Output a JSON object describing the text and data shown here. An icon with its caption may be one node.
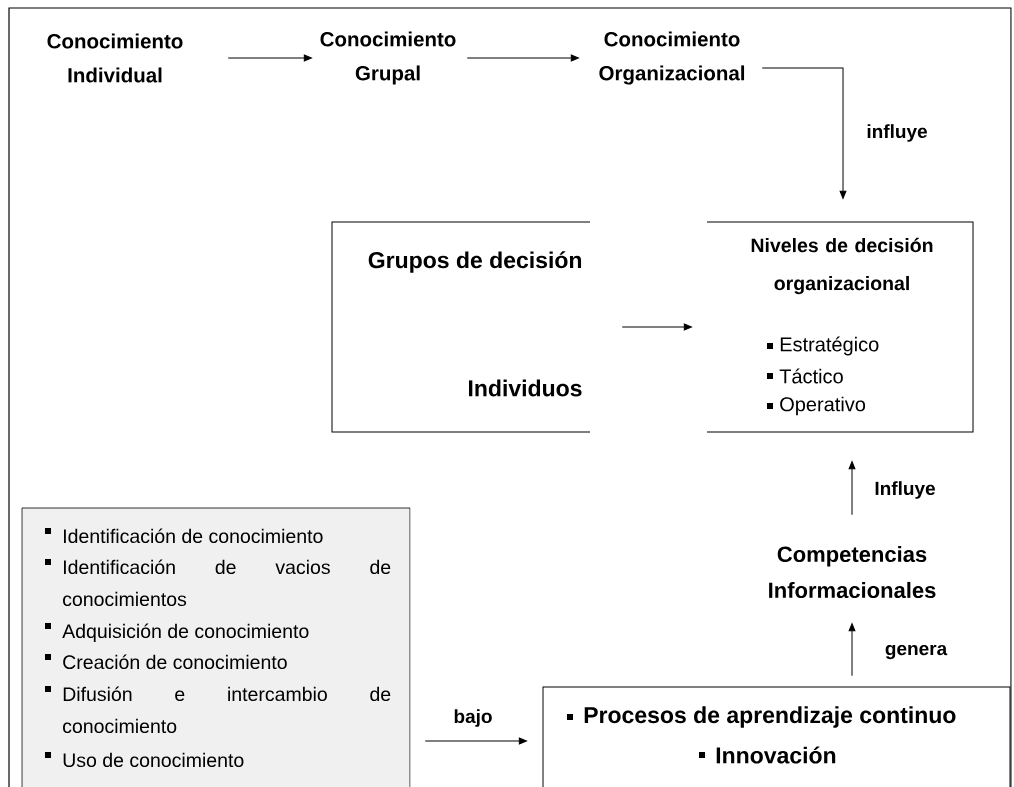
{
  "diagram": {
    "nodes": [
      {
        "text": [
          "Conocimiento Individual"
        ]
      },
      {
        "text": [
          "Conocimiento Grupal"
        ]
      },
      {
        "text": [
          "Conocimiento Organizacional"
        ]
      },
      {
        "text": [
          "Grupos de decisión",
          "Individuos"
        ]
      },
      {
        "text": [
          "Niveles de decisión organizacional",
          "Estratégico",
          "Táctico",
          "Operativo"
        ]
      },
      {
        "text": [
          "Competencias Informacionales"
        ]
      },
      {
        "text": [
          "Procesos de aprendizaje continuo",
          "Innovación"
        ]
      },
      {
        "text": [
          "Identificación de conocimiento",
          "Identificación de vacios de conocimientos",
          "Adquisición de conocimiento",
          "Creación de conocimiento",
          "Difusión e intercambio de conocimiento",
          "Uso de conocimiento"
        ]
      }
    ],
    "edges": [
      {
        "from": 0,
        "to": 1,
        "arrow": "to"
      },
      {
        "from": 1,
        "to": 2,
        "arrow": "to"
      },
      {
        "from": 2,
        "to": 4,
        "arrow": "to",
        "label": "influye"
      },
      {
        "from": 3,
        "to": 4,
        "arrow": "to"
      },
      {
        "from": 5,
        "to": 4,
        "arrow": "to",
        "label": "Influye"
      },
      {
        "from": 6,
        "to": 5,
        "arrow": "to",
        "label": "genera"
      },
      {
        "from": 7,
        "to": 6,
        "arrow": "to",
        "label": "bajo"
      }
    ]
  }
}
